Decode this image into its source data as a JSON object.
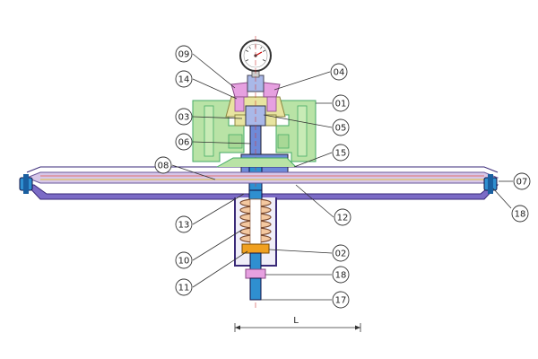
{
  "diagram": {
    "callouts": {
      "c09": "09",
      "c04": "04",
      "c14": "14",
      "c01": "01",
      "c03": "03",
      "c05": "05",
      "c06": "06",
      "c15": "15",
      "c08": "08",
      "c07": "07",
      "c18r": "18",
      "c12": "12",
      "c13": "13",
      "c02": "02",
      "c10": "10",
      "c18b": "18",
      "c11": "11",
      "c17": "17"
    },
    "dimension_label": "L"
  },
  "colors": {
    "body_green": "#b9e3a6",
    "bonnet_yellow": "#e8e4a0",
    "pink": "#e6a0e0",
    "stem_blue": "#2f8fd0",
    "stem_mid_blue": "#6e8ad8",
    "diaphragm_purple": "#7b6bc6",
    "disc_orange": "#f0a020",
    "pipe_red": "#d04040"
  }
}
